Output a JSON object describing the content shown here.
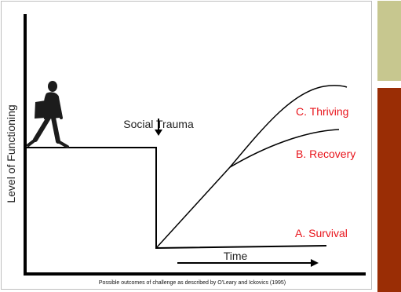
{
  "diagram": {
    "y_axis_label": "Level of Functioning",
    "event_label": "Social Trauma",
    "time_label": "Time",
    "outcomes": {
      "thriving": "C. Thriving",
      "recovery": "B. Recovery",
      "survival": "A. Survival"
    },
    "caption": "Possible outcomes of challenge as described by O'Leary and Ickovics (1995)"
  },
  "colors": {
    "outcome_text": "#e8141b",
    "accent_top": "#c7c78f",
    "accent_bottom": "#9a2d05"
  },
  "icons": [
    "walking-person-icon",
    "down-arrow-icon",
    "right-arrow-icon"
  ]
}
